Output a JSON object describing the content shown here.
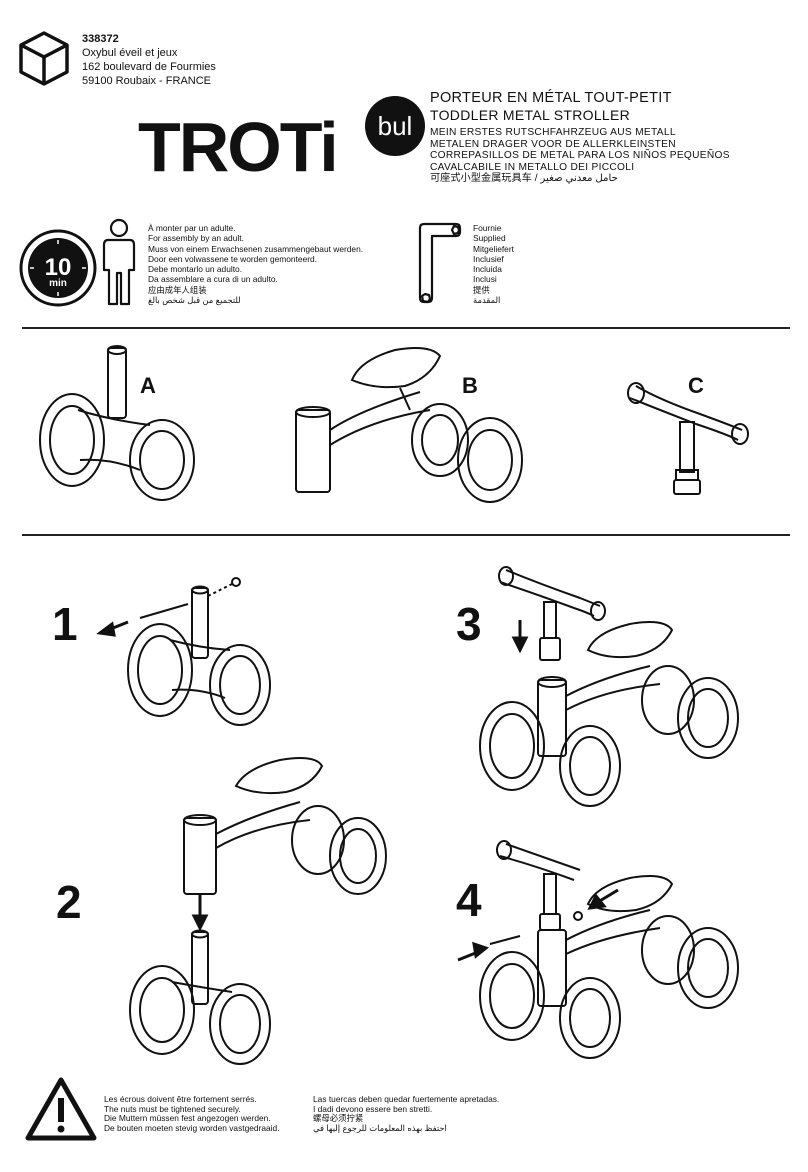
{
  "header": {
    "product_code": "338372",
    "address": [
      "Oxybul éveil et jeux",
      "162 boulevard de Fourmies",
      "59100 Roubaix - FRANCE"
    ],
    "brand_main": "TROTi",
    "brand_badge": "bul"
  },
  "titles": {
    "fr": "PORTEUR EN MÉTAL TOUT-PETIT",
    "en": "TODDLER METAL STROLLER",
    "others": [
      "MEIN ERSTES RUTSCHFAHRZEUG AUS METALL",
      "METALEN DRAGER VOOR DE ALLERKLEINSTEN",
      "CORREPASILLOS DE METAL PARA LOS NIÑOS PEQUEÑOS",
      "CAVALCABILE IN METALLO DEI PICCOLI"
    ],
    "cn_ar": "可座式小型金属玩具车 / حامل معدني صغير"
  },
  "assembly": {
    "timer_value": "10",
    "timer_unit": "min",
    "adult_lines": [
      "À monter par un adulte.",
      "For assembly by an adult.",
      "Muss von einem Erwachsenen zusammengebaut werden.",
      "Door een volwassene te worden gemonteerd.",
      "Debe montarlo un adulto.",
      "Da assemblare a cura di un adulto.",
      "应由成年人组装",
      "للتجميع من قبل شخص بالغ"
    ],
    "supplied_lines": [
      "Fournie",
      "Supplied",
      "Mitgeliefert",
      "Inclusief",
      "Incluida",
      "Inclusi",
      "提供",
      "المقدمة"
    ]
  },
  "parts": {
    "a": "A",
    "b": "B",
    "c": "C"
  },
  "steps": {
    "s1": "1",
    "s2": "2",
    "s3": "3",
    "s4": "4"
  },
  "warning": {
    "col1": [
      "Les écrous doivent être fortement serrés.",
      "The nuts must be tightened securely.",
      "Die Muttern müssen fest angezogen werden.",
      "De bouten moeten stevig worden vastgedraaid."
    ],
    "col2": [
      "Las tuercas deben quedar fuertemente apretadas.",
      "I dadi devono essere ben stretti.",
      "螺母必须拧紧",
      "احتفظ بهذه المعلومات للرجوع إليها في"
    ]
  },
  "icons": [
    "package-icon",
    "clock-icon",
    "adult-person-icon",
    "allen-key-icon",
    "warning-icon",
    "arrow-icon"
  ]
}
